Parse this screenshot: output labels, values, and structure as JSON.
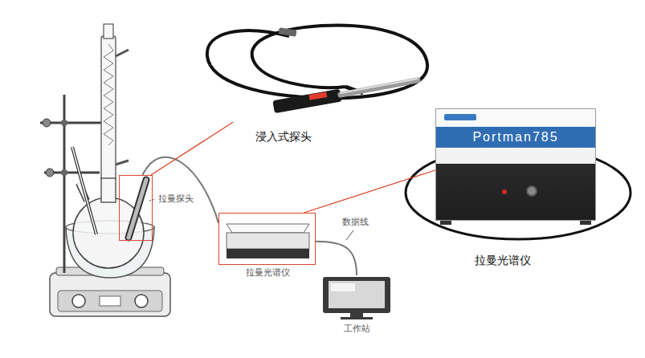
{
  "diagram": {
    "nodes": [
      {
        "text": [
          "拉曼探头"
        ]
      },
      {
        "text": [
          "拉曼光谱仪"
        ]
      },
      {
        "text": [
          "工作站"
        ]
      },
      {
        "text": [
          "浸入式探头"
        ]
      },
      {
        "text": [
          "Portman785",
          "拉曼光谱仪"
        ]
      }
    ],
    "edges": [
      {
        "from": 0,
        "to": 1,
        "arrow": "none"
      },
      {
        "from": 1,
        "to": 2,
        "label": "数据线",
        "arrow": "none"
      },
      {
        "from": 0,
        "to": 3,
        "arrow": "none"
      },
      {
        "from": 1,
        "to": 4,
        "arrow": "none"
      }
    ]
  }
}
